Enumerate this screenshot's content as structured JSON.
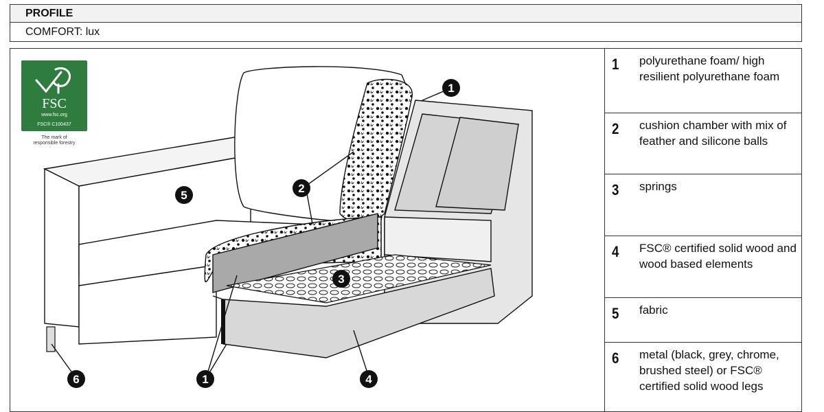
{
  "header": {
    "title": "PROFILE",
    "comfort": "COMFORT: lux"
  },
  "logo": {
    "brand": "FSC",
    "url": "www.fsc.org",
    "code": "FSC® C100437",
    "tagline_1": "The mark of",
    "tagline_2": "responsible forestry",
    "color": "#2e7d3f"
  },
  "callouts": [
    "1",
    "2",
    "3",
    "4",
    "5",
    "6"
  ],
  "legend": [
    {
      "num": "1",
      "text": "polyurethane foam/ high resilient polyurethane foam"
    },
    {
      "num": "2",
      "text": "cushion chamber with mix of feather and  silicone balls"
    },
    {
      "num": "3",
      "text": "springs"
    },
    {
      "num": "4",
      "text": "FSC® certified solid wood and wood based elements"
    },
    {
      "num": "5",
      "text": "fabric"
    },
    {
      "num": "6",
      "text": "metal (black, grey, chrome, brushed steel) or FSC® certified solid wood legs"
    }
  ]
}
